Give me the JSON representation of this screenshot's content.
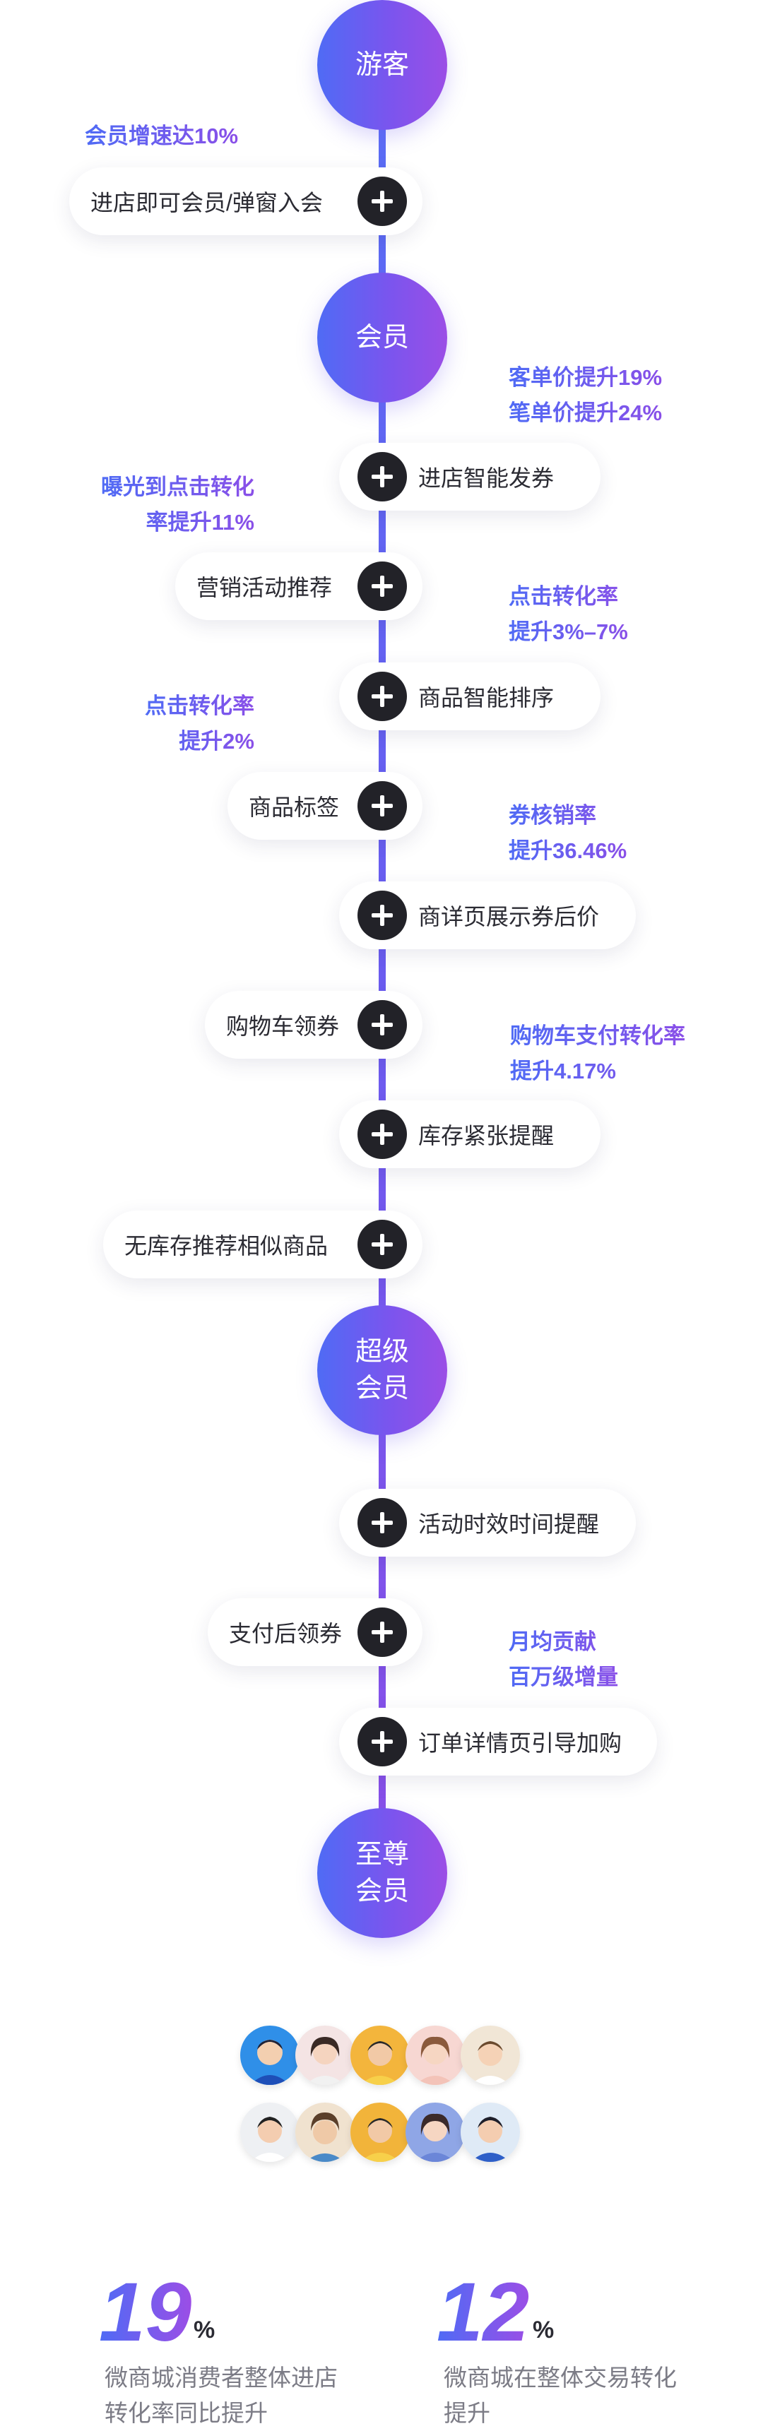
{
  "stages": [
    {
      "label": "游客"
    },
    {
      "label": "会员"
    },
    {
      "label": "超级\n会员"
    },
    {
      "label": "至尊\n会员"
    }
  ],
  "features": [
    "进店即可会员/弹窗入会",
    "进店智能发券",
    "营销活动推荐",
    "商品智能排序",
    "商品标签",
    "商详页展示券后价",
    "购物车领券",
    "库存紧张提醒",
    "无库存推荐相似商品",
    "活动时效时间提醒",
    "支付后领券",
    "订单详情页引导加购"
  ],
  "notes": [
    {
      "lines": [
        "会员增速达10%"
      ]
    },
    {
      "lines": [
        "客单价提升19%",
        "笔单价提升24%"
      ]
    },
    {
      "lines": [
        "曝光到点击转化",
        "率提升11%"
      ]
    },
    {
      "lines": [
        "点击转化率",
        "提升3%–7%"
      ]
    },
    {
      "lines": [
        "点击转化率",
        "提升2%"
      ]
    },
    {
      "lines": [
        "券核销率",
        "提升36.46%"
      ]
    },
    {
      "lines": [
        "购物车支付转化率",
        "提升4.17%"
      ]
    },
    {
      "lines": [
        "月均贡献",
        "百万级增量"
      ]
    }
  ],
  "stats": [
    {
      "value": "19",
      "unit": "%",
      "desc": "微商城消费者整体进店转化率同比提升"
    },
    {
      "value": "12",
      "unit": "%",
      "desc": "微商城在整体交易转化提升"
    }
  ],
  "colors": {
    "gradient_start": "#4f6bf5",
    "gradient_end": "#9b4ee6",
    "plus_button": "#222228"
  },
  "icons": {
    "plus": "plus-icon"
  }
}
